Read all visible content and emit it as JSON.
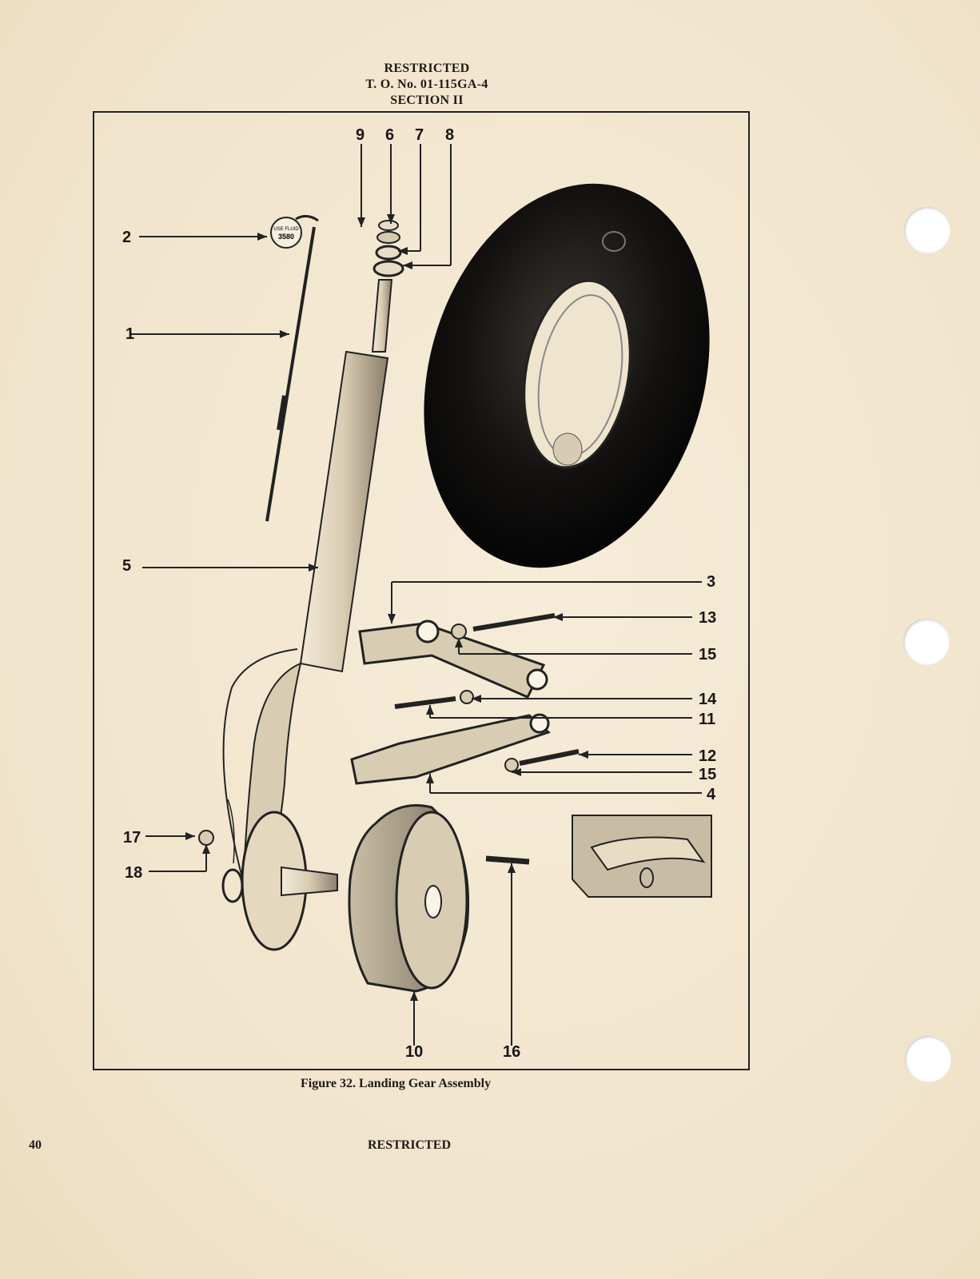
{
  "header": {
    "line1": "RESTRICTED",
    "line2": "T. O. No. 01-115GA-4",
    "line3": "SECTION II"
  },
  "figure": {
    "caption": "Figure 32.  Landing Gear Assembly",
    "inset_tag": {
      "line1": "USE FLUID",
      "line2": "3580"
    },
    "callouts": [
      "9",
      "6",
      "7",
      "8",
      "2",
      "1",
      "5",
      "3",
      "13",
      "15",
      "14",
      "11",
      "12",
      "15",
      "4",
      "17",
      "18",
      "10",
      "16"
    ]
  },
  "footer": {
    "page_number": "40",
    "label": "RESTRICTED"
  }
}
